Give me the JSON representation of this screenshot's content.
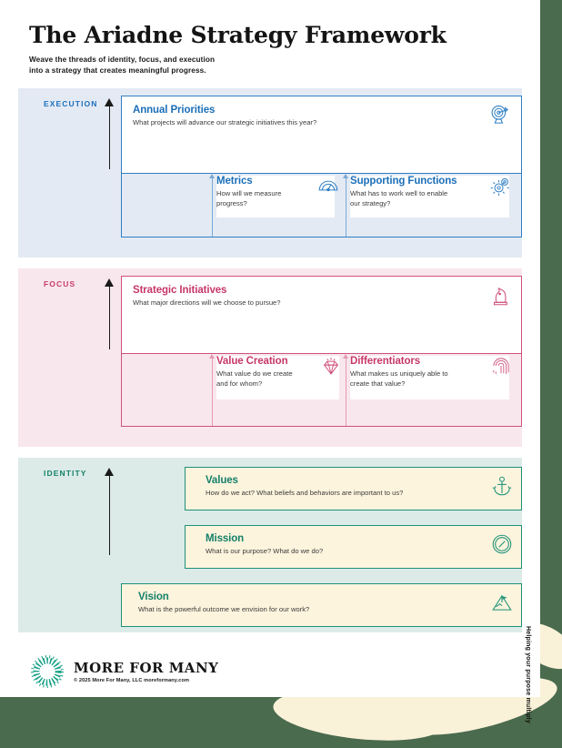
{
  "header": {
    "title": "The Ariadne Strategy Framework",
    "subtitle": "Weave the threads of identity, focus, and execution\ninto a strategy that creates meaningful progress."
  },
  "bands": [
    {
      "key": "execution",
      "label": "EXECUTION",
      "color": "#1c6fbb",
      "background": "#e4eaf4",
      "primary": {
        "title": "Annual Priorities",
        "question": "What projects will advance our strategic initiatives this year?",
        "icon": "target-icon"
      },
      "secondary": [
        {
          "title": "Metrics",
          "question": "How will we measure progress?",
          "icon": "gauge-icon"
        },
        {
          "title": "Supporting Functions",
          "question": "What has to work well to enable our strategy?",
          "icon": "gears-icon"
        }
      ]
    },
    {
      "key": "focus",
      "label": "FOCUS",
      "color": "#c83b6b",
      "background": "#f8e7ec",
      "primary": {
        "title": "Strategic Initiatives",
        "question": "What major directions will we choose to pursue?",
        "icon": "chess-knight-icon"
      },
      "secondary": [
        {
          "title": "Value Creation",
          "question": "What value do we create and for whom?",
          "icon": "diamond-icon"
        },
        {
          "title": "Differentiators",
          "question": "What makes us uniquely able to create that value?",
          "icon": "fingerprint-icon"
        }
      ]
    },
    {
      "key": "identity",
      "label": "IDENTITY",
      "color": "#15806a",
      "background": "#dcebe7",
      "rows": [
        {
          "title": "Values",
          "question": "How do we act? What beliefs and behaviors are important to us?",
          "icon": "anchor-icon"
        },
        {
          "title": "Mission",
          "question": "What is our purpose? What do we do?",
          "icon": "compass-icon"
        },
        {
          "title": "Vision",
          "question": "What is the powerful outcome we envision for our work?",
          "icon": "mountain-flag-icon"
        }
      ]
    }
  ],
  "footer": {
    "brand": "MORE FOR MANY",
    "copyright": "© 2025 More For Many, LLC   moreformany.com",
    "logo_icon": "starburst-logo-icon"
  },
  "tagline": "Helping your purpose multiply"
}
